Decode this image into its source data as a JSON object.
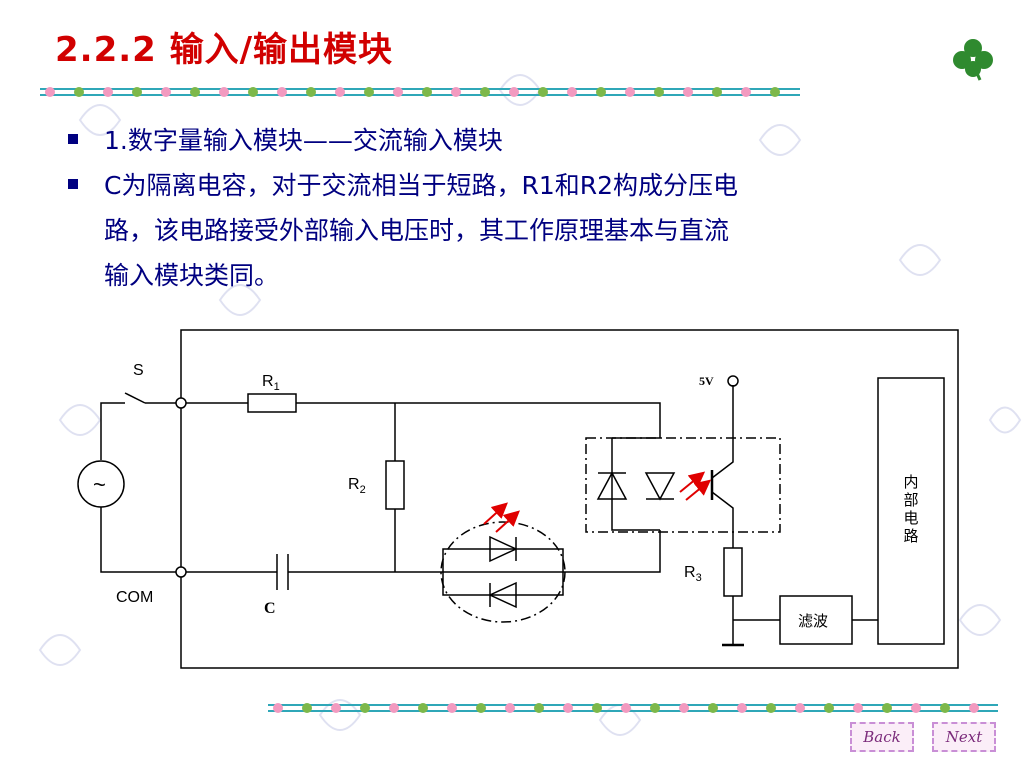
{
  "slide": {
    "title": "2.2.2   输入/输出模块",
    "bullets": [
      "1.数字量输入模块——交流输入模块",
      "C为隔离电容，对于交流相当于短路，R1和R2构成分压电路，该电路接受外部输入电压时，其工作原理基本与直流输入模块类同。"
    ],
    "bullet_lines": [
      [
        "1.数字量输入模块——交流输入模块"
      ],
      [
        "C为隔离电容，对于交流相当于短路，R1和R2构成分压电",
        "路，该电路接受外部输入电压时，其工作原理基本与直流",
        "输入模块类同。"
      ]
    ]
  },
  "circuit": {
    "label_s": "S",
    "label_r1": "R",
    "label_r1_sub": "1",
    "label_r2": "R",
    "label_r2_sub": "2",
    "label_r3": "R",
    "label_r3_sub": "3",
    "label_c": "C",
    "label_com": "COM",
    "label_5v": "5V",
    "label_source": "~",
    "label_filter": "滤波",
    "label_internal": "内部电路"
  },
  "nav": {
    "back_label": "Back",
    "next_label": "Next"
  },
  "colors": {
    "title": "#d10000",
    "bullet_text": "#000080",
    "divider_teal": "#2fa7b8",
    "bead_pink": "#f29ac0",
    "bead_green": "#7db84a",
    "arrow_red": "#e00000",
    "clover_green": "#2f8a2f"
  }
}
